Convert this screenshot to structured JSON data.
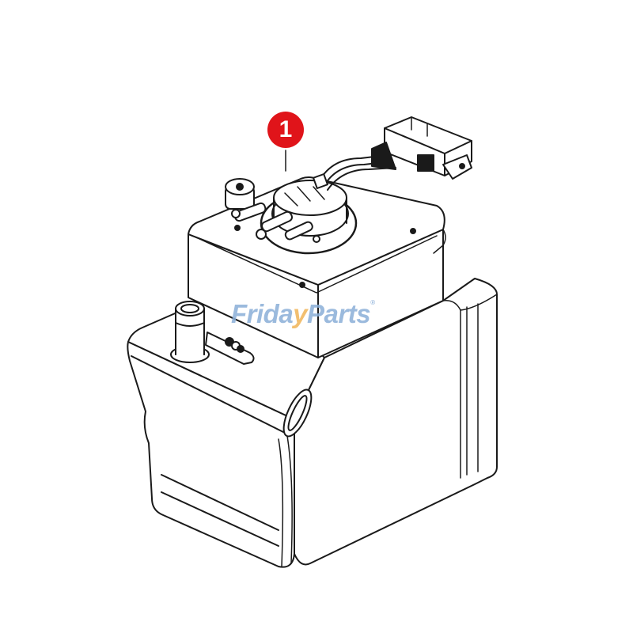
{
  "diagram": {
    "subject": "tank-assembly-with-pump-module",
    "callouts": [
      {
        "number": "1",
        "color": "#e0141a",
        "target": "pump-sender-module"
      }
    ],
    "watermark": {
      "part1": "Frida",
      "check": "y",
      "part2": "Parts",
      "registered": "®",
      "color": "#8aaed8",
      "accent_color": "#f0b458"
    },
    "line_color": "#1a1a1a",
    "background": "#ffffff"
  }
}
